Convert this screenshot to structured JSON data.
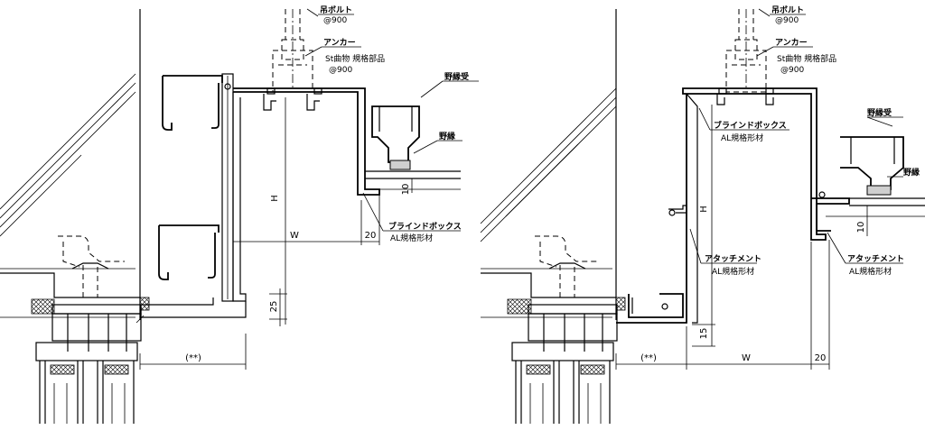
{
  "left_detail": {
    "hanging_bolt": {
      "name": "吊ボルト",
      "spacing": "@900"
    },
    "anchor": {
      "name": "アンカー",
      "spec": "St曲物 規格部品",
      "spacing": "@900"
    },
    "ceiling_joist_receiver": "野縁受",
    "ceiling_joist": "野縁",
    "blind_box": {
      "name": "ブラインドボックス",
      "spec": "AL規格形材"
    },
    "dims": {
      "h": "H",
      "w": "W",
      "d20": "20",
      "d10": "10",
      "d25": "25",
      "note": "(**)"
    }
  },
  "right_detail": {
    "hanging_bolt": {
      "name": "吊ボルト",
      "spacing": "@900"
    },
    "anchor": {
      "name": "アンカー",
      "spec": "St曲物 規格部品",
      "spacing": "@900"
    },
    "ceiling_joist_receiver": "野縁受",
    "ceiling_joist": "野縁",
    "blind_box": {
      "name": "ブラインドボックス",
      "spec": "AL規格形材"
    },
    "attachment_inner": {
      "name": "アタッチメント",
      "spec": "AL規格形材"
    },
    "attachment_outer": {
      "name": "アタッチメント",
      "spec": "AL規格形材"
    },
    "dims": {
      "h": "H",
      "w": "W",
      "d20": "20",
      "d10": "10",
      "d15": "15",
      "note": "(**)"
    }
  }
}
